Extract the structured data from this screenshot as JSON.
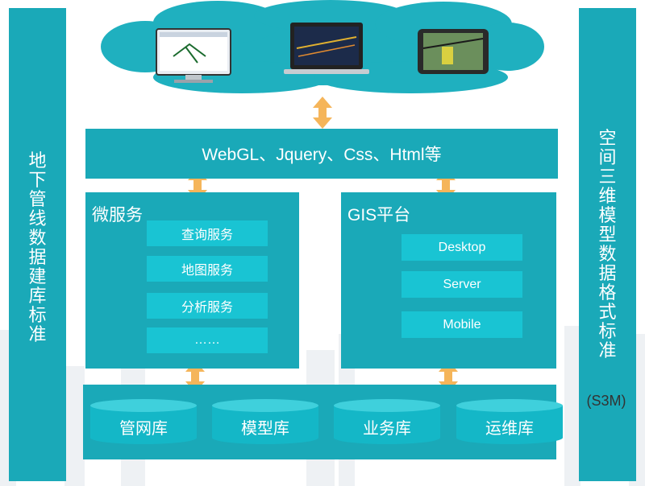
{
  "left_standard": {
    "label": "地下管线数据建库标准"
  },
  "right_standard": {
    "label": "空间三维模型数据格式标准",
    "suffix": "(S3M)"
  },
  "frontend_layer": {
    "label": "WebGL、Jquery、Css、Html等"
  },
  "microservices": {
    "title": "微服务",
    "items": [
      "查询服务",
      "地图服务",
      "分析服务",
      "……"
    ]
  },
  "gis_platform": {
    "title": "GIS平台",
    "items": [
      "Desktop",
      "Server",
      "Mobile"
    ]
  },
  "databases": [
    "管网库",
    "模型库",
    "业务库",
    "运维库"
  ],
  "colors": {
    "primary": "#1aa9b8",
    "button": "#19c4d3",
    "cloud": "#1fb0bf",
    "arrow": "#f5b55a"
  }
}
